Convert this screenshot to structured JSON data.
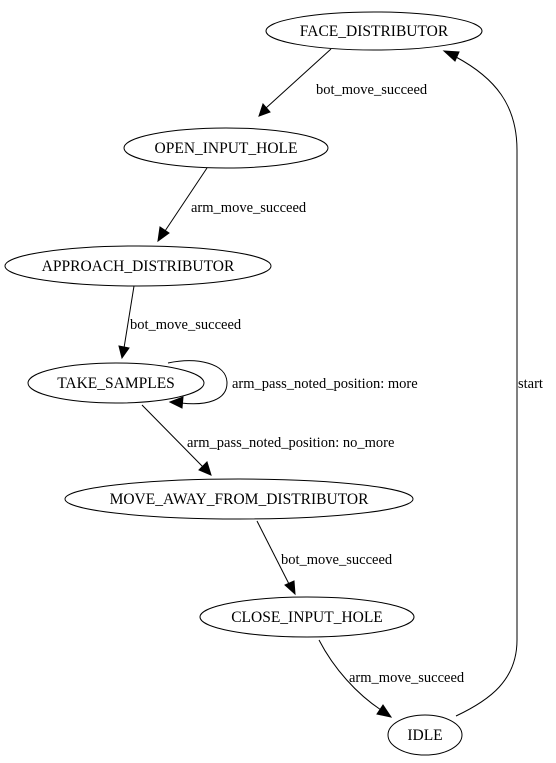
{
  "diagram": {
    "type": "state-machine",
    "nodes": [
      {
        "id": "face_distributor",
        "label": "FACE_DISTRIBUTOR"
      },
      {
        "id": "open_input_hole",
        "label": "OPEN_INPUT_HOLE"
      },
      {
        "id": "approach_distributor",
        "label": "APPROACH_DISTRIBUTOR"
      },
      {
        "id": "take_samples",
        "label": "TAKE_SAMPLES"
      },
      {
        "id": "move_away_from_distributor",
        "label": "MOVE_AWAY_FROM_DISTRIBUTOR"
      },
      {
        "id": "close_input_hole",
        "label": "CLOSE_INPUT_HOLE"
      },
      {
        "id": "idle",
        "label": "IDLE"
      }
    ],
    "edges": [
      {
        "id": "e1",
        "from": "face_distributor",
        "to": "open_input_hole",
        "label": "bot_move_succeed"
      },
      {
        "id": "e2",
        "from": "open_input_hole",
        "to": "approach_distributor",
        "label": "arm_move_succeed"
      },
      {
        "id": "e3",
        "from": "approach_distributor",
        "to": "take_samples",
        "label": "bot_move_succeed"
      },
      {
        "id": "e4",
        "from": "take_samples",
        "to": "take_samples",
        "label": "arm_pass_noted_position: more"
      },
      {
        "id": "e5",
        "from": "take_samples",
        "to": "move_away_from_distributor",
        "label": "arm_pass_noted_position: no_more"
      },
      {
        "id": "e6",
        "from": "move_away_from_distributor",
        "to": "close_input_hole",
        "label": "bot_move_succeed"
      },
      {
        "id": "e7",
        "from": "close_input_hole",
        "to": "idle",
        "label": "arm_move_succeed"
      },
      {
        "id": "e8",
        "from": "idle",
        "to": "face_distributor",
        "label": "start"
      }
    ]
  }
}
